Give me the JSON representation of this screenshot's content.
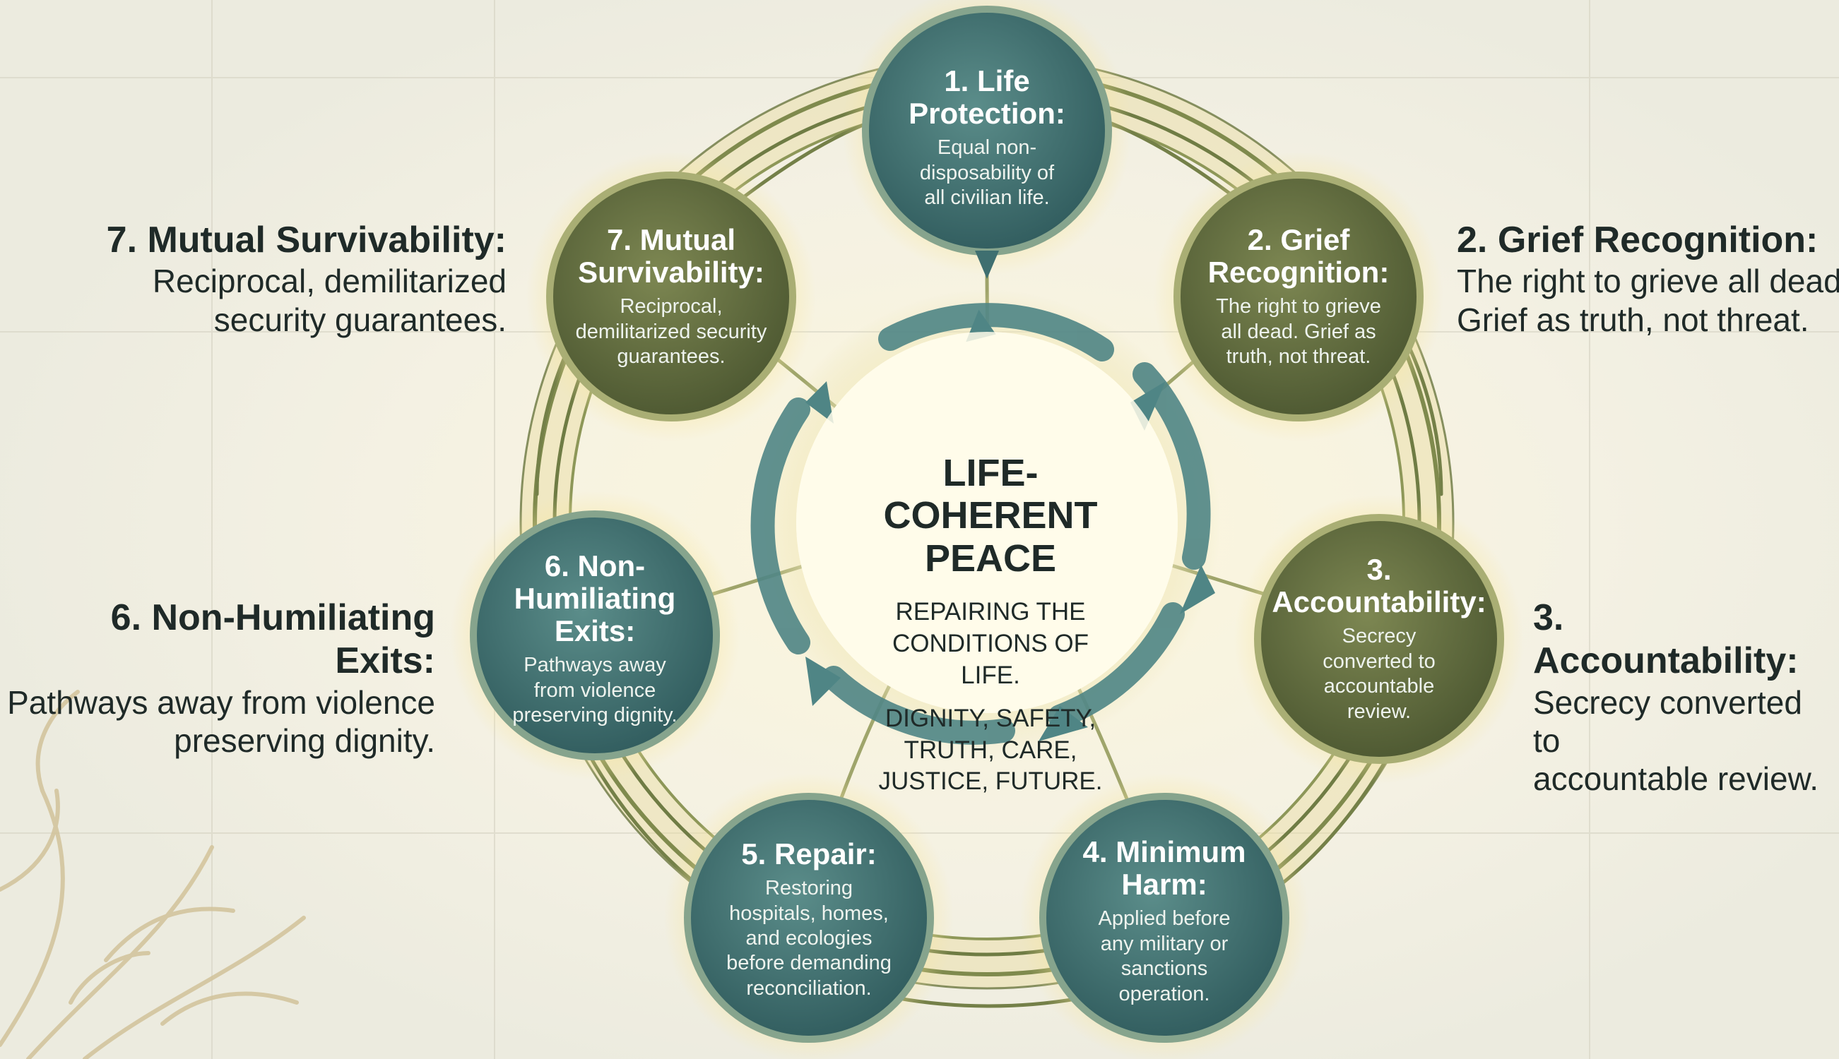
{
  "center": {
    "title": "LIFE-COHERENT PEACE",
    "subtitle": "REPAIRING THE CONDITIONS OF LIFE.",
    "values": "DIGNITY, SAFETY, TRUTH, CARE, JUSTICE, FUTURE."
  },
  "nodes": [
    {
      "title": "1. Life Protection:",
      "desc": "Equal non-disposability of all civilian life."
    },
    {
      "title": "2. Grief Recognition:",
      "desc": "The right to grieve all dead. Grief as truth, not threat."
    },
    {
      "title": "3. Accountability:",
      "desc": "Secrecy converted to accountable review."
    },
    {
      "title": "4. Minimum Harm:",
      "desc": "Applied before any military or sanctions operation."
    },
    {
      "title": "5. Repair:",
      "desc": "Restoring hospitals, homes, and ecologies before demanding reconciliation."
    },
    {
      "title": "6. Non-Humiliating Exits:",
      "desc": "Pathways away from violence preserving dignity."
    },
    {
      "title": "7. Mutual Survivability:",
      "desc": "Reciprocal, demilitarized security guarantees."
    }
  ],
  "side_labels": [
    {
      "title": "7. Mutual Survivability:",
      "line1": "Reciprocal, demilitarized",
      "line2": "security guarantees."
    },
    {
      "title": "2. Grief Recognition:",
      "line1": "The right to grieve all dead.",
      "line2": "Grief as truth, not threat."
    },
    {
      "title": "6. Non-Humiliating Exits:",
      "line1": "Pathways away from violence",
      "line2": "preserving dignity."
    },
    {
      "title": "3. Accountability:",
      "line1": "Secrecy converted to",
      "line2": "accountable review."
    }
  ],
  "colors": {
    "background": "#f1efe4",
    "node_teal": "#3f6f70",
    "node_olive": "#5f6b3e",
    "vine": "#8a8f4e",
    "arrow": "#4f8585",
    "glow": "#f3e7b0"
  }
}
